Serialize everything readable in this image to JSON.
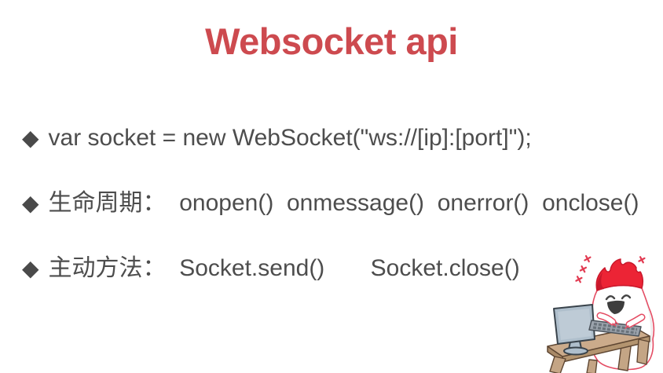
{
  "slide": {
    "title": "Websocket api",
    "bullets": [
      {
        "marker": "◆",
        "text": "var socket = new WebSocket(\"ws://[ip]:[port]\");"
      },
      {
        "marker": "◆",
        "text": "生命周期：  onopen()  onmessage()  onerror()  onclose()"
      },
      {
        "marker": "◆",
        "text": "主动方法：  Socket.send()       Socket.close()"
      }
    ],
    "colors": {
      "title": "#CD4A4F",
      "body_text": "#4D4D4D",
      "bullet_marker": "#4A4A4A",
      "background": "#FFFFFF"
    }
  },
  "mascot": {
    "description": "flame-haired white blob character happily typing on a computer at a small wooden desk, with red plus-sign sparkles",
    "colors": {
      "flame": "#EC2435",
      "flame_shade": "#C9182B",
      "body_outline": "#E44C63",
      "monitor": "#AFBFCC",
      "keyboard": "#9AA2AB",
      "desk_top": "#CBAB8B",
      "desk_outline": "#5F4733"
    }
  }
}
